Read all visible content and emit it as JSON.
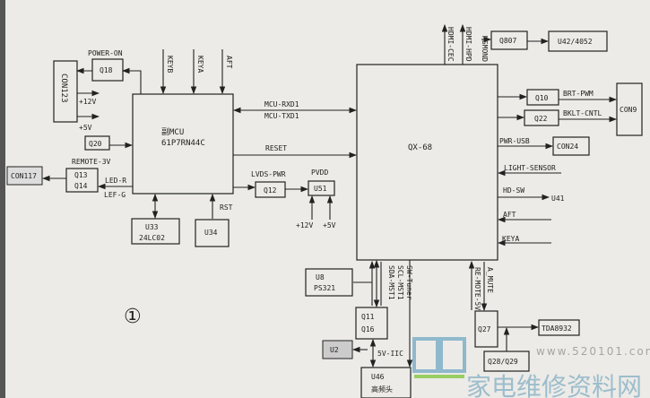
{
  "figure_number": "①",
  "mcu": {
    "line1": "副MCU",
    "line2": "61P7RN44C"
  },
  "soc": {
    "label": "QX-68"
  },
  "blocks": {
    "con123": "CON123",
    "q18": "Q18",
    "power_on": "POWER-ON",
    "plus12v": "+12V",
    "plus5v": "+5V",
    "q20": "Q20",
    "remote_3v": "REMOTE-3V",
    "q13": "Q13",
    "q14": "Q14",
    "con117": "CON117",
    "led_r": "LED-R",
    "lef_g": "LEF-G",
    "u33": "U33",
    "u33_part": "24LC02",
    "u34": "U34",
    "rst": "RST",
    "keyb": "KEYB",
    "keya": "KEYA",
    "aft": "AFT",
    "mcu_rxd1": "MCU-RXD1",
    "mcu_txd1": "MCU-TXD1",
    "reset": "RESET",
    "lvds_pwr": "LVDS-PWR",
    "q12": "Q12",
    "pvdd": "PVDD",
    "u51": "U51",
    "u51_12v": "+12V",
    "u51_5v": "+5V"
  },
  "right": {
    "hdmi_cec": "HDMI-CEC",
    "hdmi_hpd": "HDMI-HPD",
    "msmond": "MSMOND",
    "q807": "Q807",
    "u42": "U42/4052",
    "q10": "Q10",
    "brt_pwm": "BRT-PWM",
    "q22": "Q22",
    "bklt_cntl": "BKLT-CNTL",
    "con9": "CON9",
    "pwr_usb": "PWR-USB",
    "con24": "CON24",
    "light_sensor": "LIGHT-SENSOR",
    "hd_sw": "HD-SW",
    "u41": "U41",
    "aft": "AFT",
    "keya": "KEYA"
  },
  "bottom": {
    "u8": "U8",
    "u8_part": "PS321",
    "sw_tuner": "SW-Tuner",
    "scl": "SCL-MST1",
    "sda": "SDA-MST1",
    "q11": "Q11",
    "q16": "Q16",
    "u2": "U2",
    "iic": "5V-IIC",
    "u46": "U46",
    "u46_part": "高频头",
    "remote_5v": "RE-MOTE-5V",
    "a_mute": "A_MUTE",
    "q27": "Q27",
    "tda": "TDA8932",
    "q28": "Q28/Q29"
  },
  "watermark": {
    "cn": "家电维修资料网",
    "url": "www.520101.com"
  }
}
